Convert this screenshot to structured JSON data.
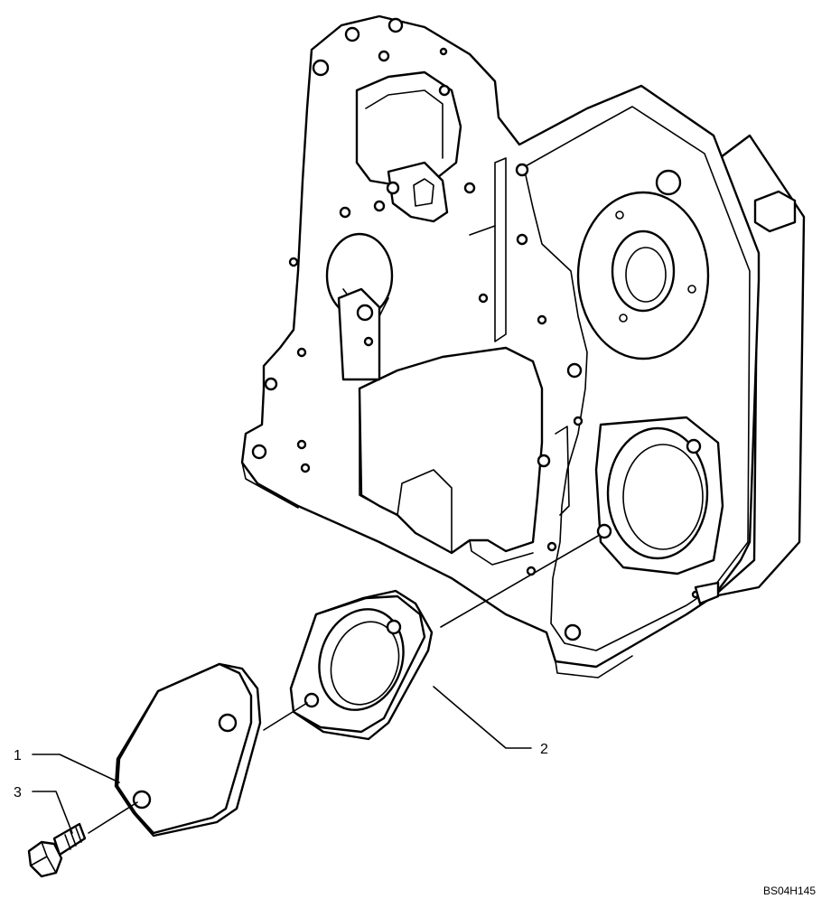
{
  "callouts": [
    {
      "id": "c1",
      "label": "1"
    },
    {
      "id": "c2",
      "label": "2"
    },
    {
      "id": "c3",
      "label": "3"
    }
  ],
  "drawing_code": "BS04H145"
}
